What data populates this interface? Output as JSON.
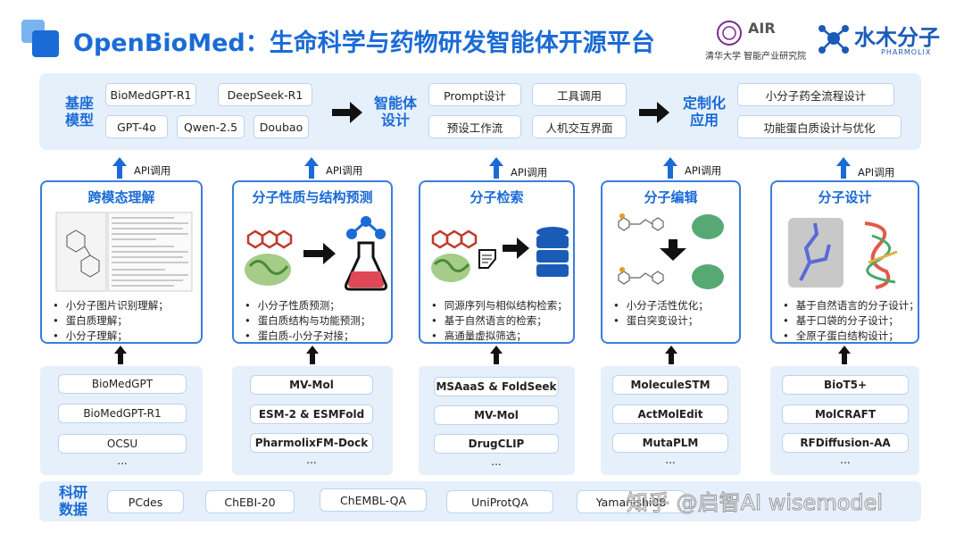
{
  "header": {
    "title": "OpenBioMed：生命科学与药物研发智能体开源平台",
    "institute_cn": "清华大学 智能产业研究院",
    "institute_mark": "AIR",
    "company": "水木分子",
    "company_sub": "PHARMOLIX"
  },
  "top_band": {
    "base_label": "基座\n模型",
    "base_models": [
      "BioMedGPT-R1",
      "DeepSeek-R1",
      "GPT-4o",
      "Qwen-2.5",
      "Doubao"
    ],
    "agent_label": "智能体\n设计",
    "agent_items": [
      "Prompt设计",
      "工具调用",
      "预设工作流",
      "人机交互界面"
    ],
    "app_label": "定制化\n应用",
    "app_items": [
      "小分子药全流程设计",
      "功能蛋白质设计与优化"
    ]
  },
  "api_label": "API调用",
  "cards": [
    {
      "title": "跨模态理解",
      "bullets": [
        "小分子图片识别理解；",
        "蛋白质理解；",
        "小分子理解；"
      ],
      "models": [
        "BioMedGPT",
        "BioMedGPT-R1",
        "OCSU"
      ],
      "more": "..."
    },
    {
      "title": "分子性质与结构预测",
      "bullets": [
        "小分子性质预测；",
        "蛋白质结构与功能预测；",
        "蛋白质-小分子对接；"
      ],
      "models": [
        "MV-Mol",
        "ESM-2 & ESMFold",
        "PharmolixFM-Dock"
      ],
      "more": "..."
    },
    {
      "title": "分子检索",
      "bullets": [
        "同源序列与相似结构检索；",
        "基于自然语言的检索；",
        "高通量虚拟筛选；"
      ],
      "models": [
        "MSAaaS & FoldSeek",
        "MV-Mol",
        "DrugCLIP"
      ],
      "more": "..."
    },
    {
      "title": "分子编辑",
      "bullets": [
        "小分子活性优化；",
        "蛋白突变设计；"
      ],
      "models": [
        "MoleculeSTM",
        "ActMolEdit",
        "MutaPLM"
      ],
      "more": "..."
    },
    {
      "title": "分子设计",
      "bullets": [
        "基于自然语言的分子设计；",
        "基于口袋的分子设计；",
        "全原子蛋白结构设计；"
      ],
      "models": [
        "BioT5+",
        "MolCRAFT",
        "RFDiffusion-AA"
      ],
      "more": "..."
    }
  ],
  "datasets": {
    "label": "科研\n数据",
    "items": [
      "PCdes",
      "ChEBI-20",
      "ChEMBL-QA",
      "UniProtQA",
      "Yamanishi08"
    ]
  },
  "watermark": "知乎 @启智AI wisemodel",
  "colors": {
    "accent": "#1a6bd6",
    "card_border": "#3a7de0",
    "band": "#e6f0fb",
    "mol_red": "#c0392b",
    "protein_green": "#4a8a3a"
  }
}
